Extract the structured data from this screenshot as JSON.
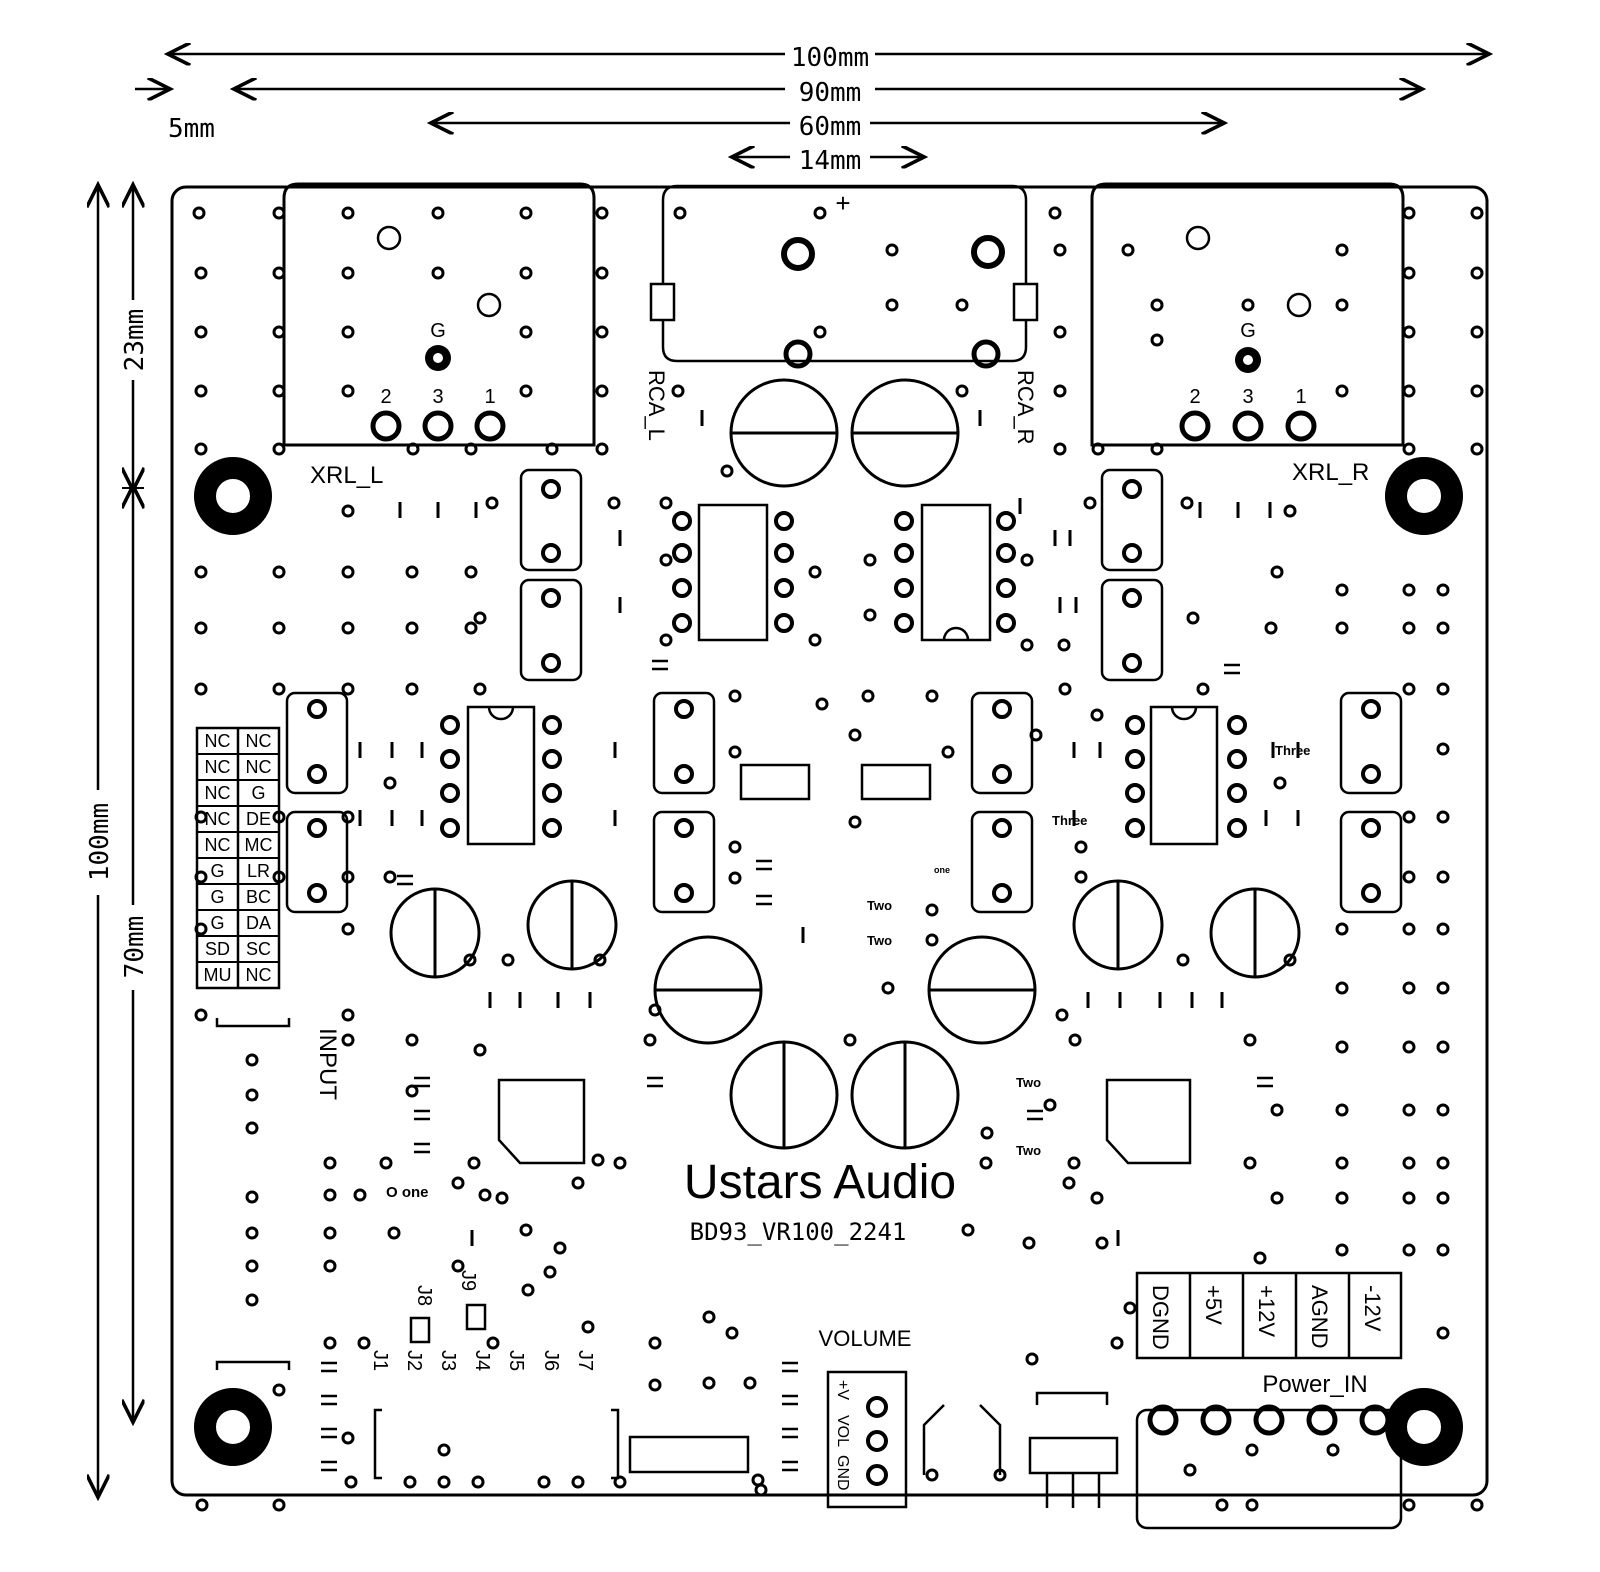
{
  "dimensions": {
    "top": [
      "100mm",
      "90mm",
      "60mm",
      "14mm"
    ],
    "left_offset": "5mm",
    "left": [
      "100mm",
      "23mm",
      "70mm"
    ]
  },
  "connectors": {
    "xlr_left": {
      "name": "XRL_L",
      "g": "G",
      "pins": [
        "2",
        "3",
        "1"
      ]
    },
    "xlr_right": {
      "name": "XRL_R",
      "g": "G",
      "pins": [
        "2",
        "3",
        "1"
      ]
    },
    "rca_left": "RCA_L",
    "rca_right": "RCA_R",
    "rca_plus": "+"
  },
  "header_pins": [
    [
      "NC",
      "NC"
    ],
    [
      "NC",
      "NC"
    ],
    [
      "NC",
      "G"
    ],
    [
      "NC",
      "DE"
    ],
    [
      "NC",
      "MC"
    ],
    [
      "G",
      "LR"
    ],
    [
      "G",
      "BC"
    ],
    [
      "G",
      "DA"
    ],
    [
      "SD",
      "SC"
    ],
    [
      "MU",
      "NC"
    ]
  ],
  "input_label": "INPUT",
  "brand": "Ustars Audio",
  "version": "BD93_VR100_2241",
  "annotations": {
    "three_1": "Three",
    "three_2": "Three",
    "one_small": "one",
    "two_1": "Two",
    "two_2": "Two",
    "two_3": "Two",
    "two_4": "Two",
    "o_one": "O one"
  },
  "jumpers": [
    "J1",
    "J2",
    "J3",
    "J4",
    "J5",
    "J6",
    "J7",
    "J8",
    "J9"
  ],
  "volume": {
    "title": "VOLUME",
    "pins": [
      "+V",
      "VOL",
      "GND"
    ]
  },
  "power": {
    "title": "Power_IN",
    "pins": [
      "DGND",
      "+5V",
      "+12V",
      "AGND",
      "-12V"
    ]
  },
  "colors": {
    "ink": "#000000",
    "paper": "#ffffff"
  }
}
